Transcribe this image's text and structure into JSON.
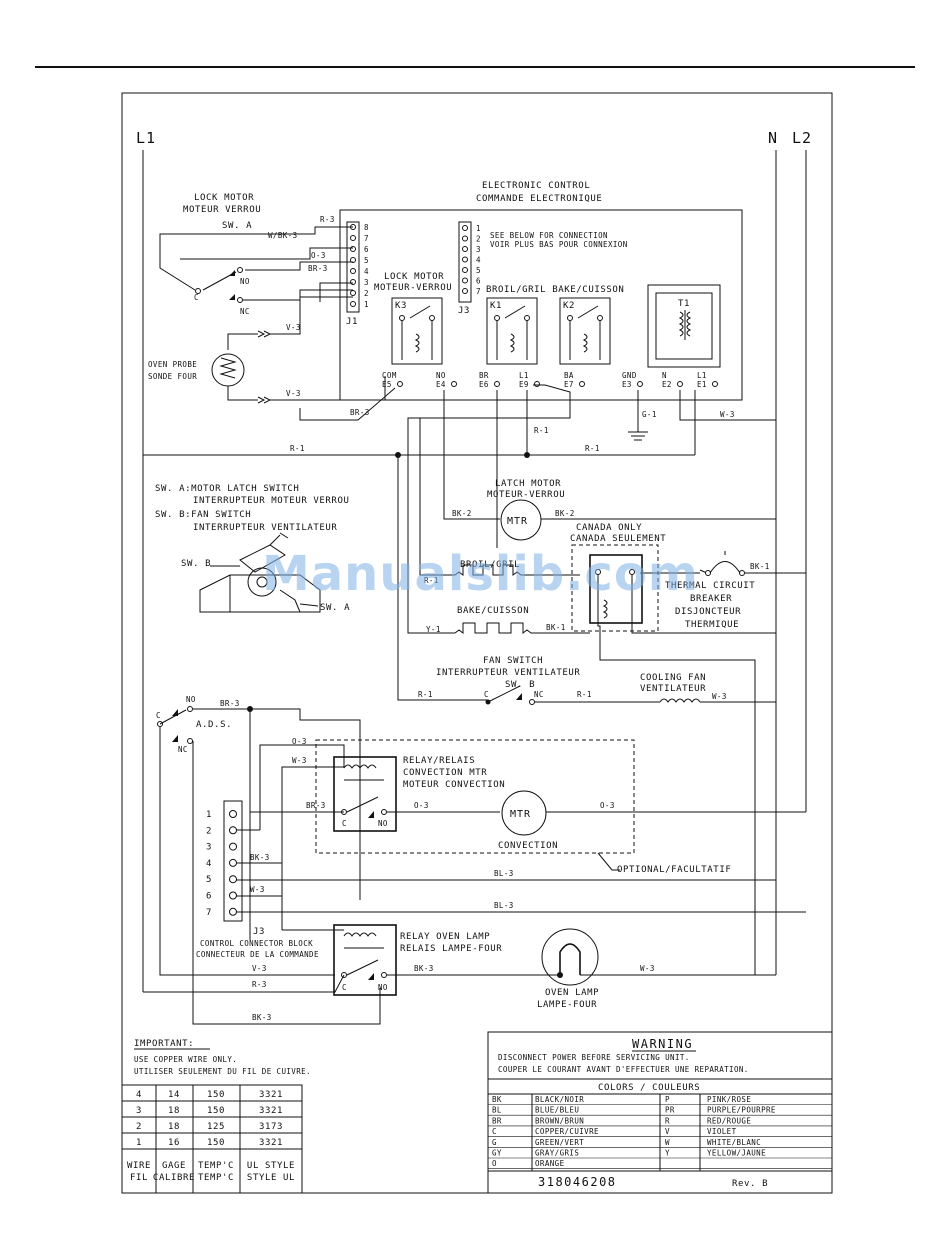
{
  "watermark": "Manualslib.com",
  "rails": {
    "l1": "L1",
    "n": "N",
    "l2": "L2"
  },
  "control": {
    "title": "ELECTRONIC CONTROL",
    "title_fr": "COMMANDE ELECTRONIQUE",
    "see_below": "SEE BELOW FOR CONNECTION",
    "see_below_fr": "VOIR PLUS BAS POUR CONNEXION",
    "j1": "J1",
    "j3": "J3",
    "j1_pins": [
      "8",
      "7",
      "6",
      "5",
      "4",
      "3",
      "2",
      "1"
    ],
    "j3_pins": [
      "1",
      "2",
      "3",
      "4",
      "5",
      "6",
      "7"
    ],
    "lock_motor": "LOCK MOTOR",
    "lock_motor_fr": "MOTEUR-VERROU",
    "broil_bake": "BROIL/GRIL BAKE/CUISSON",
    "k3": "K3",
    "k1": "K1",
    "k2": "K2",
    "t1": "T1",
    "terminals": [
      {
        "top": "COM",
        "bottom": "E5"
      },
      {
        "top": "NO",
        "bottom": "E4"
      },
      {
        "top": "BR",
        "bottom": "E6"
      },
      {
        "top": "L1",
        "bottom": "E9"
      },
      {
        "top": "BA",
        "bottom": "E7"
      },
      {
        "top": "GND",
        "bottom": "E3"
      },
      {
        "top": "N",
        "bottom": "E2"
      },
      {
        "top": "L1",
        "bottom": "E1"
      }
    ]
  },
  "lock_switch": {
    "title": "LOCK MOTOR",
    "title_fr": "MOTEUR VERROU",
    "sw": "SW. A",
    "c": "C",
    "no": "NO",
    "nc": "NC"
  },
  "probe": {
    "label": "OVEN PROBE",
    "label_fr": "SONDE FOUR"
  },
  "wires": {
    "r3": "R-3",
    "wbk3": "W/BK-3",
    "o3": "O-3",
    "br3": "BR-3",
    "v3": "V-3",
    "r1": "R-1",
    "g1": "G-1",
    "w3": "W-3",
    "bk2": "BK-2",
    "bk1": "BK-1",
    "y1": "Y-1",
    "bl3": "BL-3",
    "bk3": "BK-3"
  },
  "switch_legend": {
    "a": "SW. A:MOTOR LATCH SWITCH",
    "a_fr": "INTERRUPTEUR MOTEUR VERROU",
    "b": "SW. B:FAN SWITCH",
    "b_fr": "INTERRUPTEUR VENTILATEUR",
    "swb": "SW. B",
    "swa": "SW. A"
  },
  "latch_motor": {
    "label": "LATCH MOTOR",
    "label_fr": "MOTEUR-VERROU",
    "mtr": "MTR"
  },
  "canada": {
    "label": "CANADA ONLY",
    "label_fr": "CANADA SEULEMENT"
  },
  "broil_element": "BROIL/GRIL",
  "bake_element": "BAKE/CUISSON",
  "breaker": {
    "l1": "THERMAL CIRCUIT",
    "l2": "BREAKER",
    "l3": "DISJONCTEUR",
    "l4": "THERMIQUE"
  },
  "fan_switch": {
    "l1": "FAN SWITCH",
    "l2": "INTERRUPTEUR VENTILATEUR",
    "l3": "SW. B",
    "c": "C",
    "nc": "NC"
  },
  "cooling_fan": {
    "l1": "COOLING FAN",
    "l2": "VENTILATEUR"
  },
  "ads": {
    "label": "A.D.S.",
    "c": "C",
    "no": "NO",
    "nc": "NC"
  },
  "relay_conv": {
    "l1": "RELAY/RELAIS",
    "l2": "CONVECTION MTR",
    "l3": "MOTEUR CONVECTION",
    "c": "C",
    "no": "NO"
  },
  "convection": {
    "mtr": "MTR",
    "label": "CONVECTION",
    "optional": "OPTIONAL/FACULTATIF"
  },
  "connector_block": {
    "pins": [
      "1",
      "2",
      "3",
      "4",
      "5",
      "6",
      "7"
    ],
    "j3": "J3",
    "label": "CONTROL CONNECTOR BLOCK",
    "label_fr": "CONNECTEUR DE LA COMMANDE"
  },
  "relay_lamp": {
    "l1": "RELAY OVEN LAMP",
    "l2": "RELAIS LAMPE-FOUR",
    "c": "C",
    "no": "NO"
  },
  "oven_lamp": {
    "l1": "OVEN LAMP",
    "l2": "LAMPE-FOUR"
  },
  "important": {
    "title": "IMPORTANT:",
    "l1": "USE COPPER WIRE ONLY.",
    "l2": "UTILISER SEULEMENT DU FIL DE CUIVRE."
  },
  "wire_table": {
    "rows": [
      [
        "4",
        "14",
        "150",
        "3321"
      ],
      [
        "3",
        "18",
        "150",
        "3321"
      ],
      [
        "2",
        "18",
        "125",
        "3173"
      ],
      [
        "1",
        "16",
        "150",
        "3321"
      ]
    ],
    "headers": [
      [
        "WIRE",
        "FIL"
      ],
      [
        "GAGE",
        "CALIBRE"
      ],
      [
        "TEMP'C",
        "TEMP'C"
      ],
      [
        "UL STYLE",
        "STYLE UL"
      ]
    ]
  },
  "warning": {
    "title": "WARNING",
    "l1": "DISCONNECT POWER BEFORE SERVICING UNIT.",
    "l2": "COUPER LE COURANT AVANT D'EFFECTUER UNE REPARATION."
  },
  "colors": {
    "title": "COLORS / COULEURS",
    "rows": [
      [
        "BK",
        "BLACK/NOIR",
        "P",
        "PINK/ROSE"
      ],
      [
        "BL",
        "BLUE/BLEU",
        "PR",
        "PURPLE/POURPRE"
      ],
      [
        "BR",
        "BROWN/BRUN",
        "R",
        "RED/ROUGE"
      ],
      [
        "C",
        "COPPER/CUIVRE",
        "V",
        "VIOLET"
      ],
      [
        "G",
        "GREEN/VERT",
        "W",
        "WHITE/BLANC"
      ],
      [
        "GY",
        "GRAY/GRIS",
        "Y",
        "YELLOW/JAUNE"
      ],
      [
        "O",
        "ORANGE",
        "",
        ""
      ]
    ]
  },
  "part_number": "318046208",
  "revision": "Rev. B"
}
